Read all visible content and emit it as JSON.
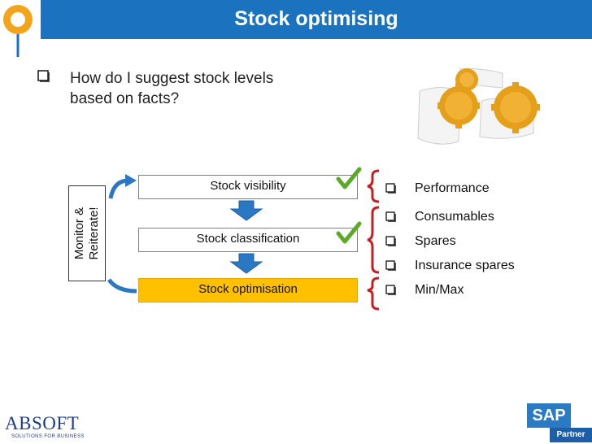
{
  "header": {
    "title": "Stock optimising"
  },
  "question": "How do I suggest stock levels based on facts?",
  "monitor": {
    "line1": "Monitor &",
    "line2": "Reiterate!"
  },
  "flow": [
    {
      "label": "Stock visibility",
      "checked": true
    },
    {
      "label": "Stock classification",
      "checked": true
    },
    {
      "label": "Stock optimisation",
      "checked": false
    }
  ],
  "checklist": [
    "Performance",
    "Consumables",
    "Spares",
    "Insurance spares",
    "Min/Max"
  ],
  "logos": {
    "absoft_name": "ABSOFT",
    "absoft_tagline": "SOLUTIONS FOR BUSINESS",
    "sap_name": "SAP",
    "sap_partner": "Partner"
  },
  "colors": {
    "title_bar": "#1b73c0",
    "arrow": "#2a78c4",
    "bracket": "#c81e1e",
    "highlight": "#ffc000",
    "check": "#5aaa28"
  },
  "icons": [
    "location-pin-icon",
    "checkbox-icon",
    "gears-diagram",
    "checkmark-icon",
    "down-arrow-icon",
    "curved-arrow-icon"
  ]
}
